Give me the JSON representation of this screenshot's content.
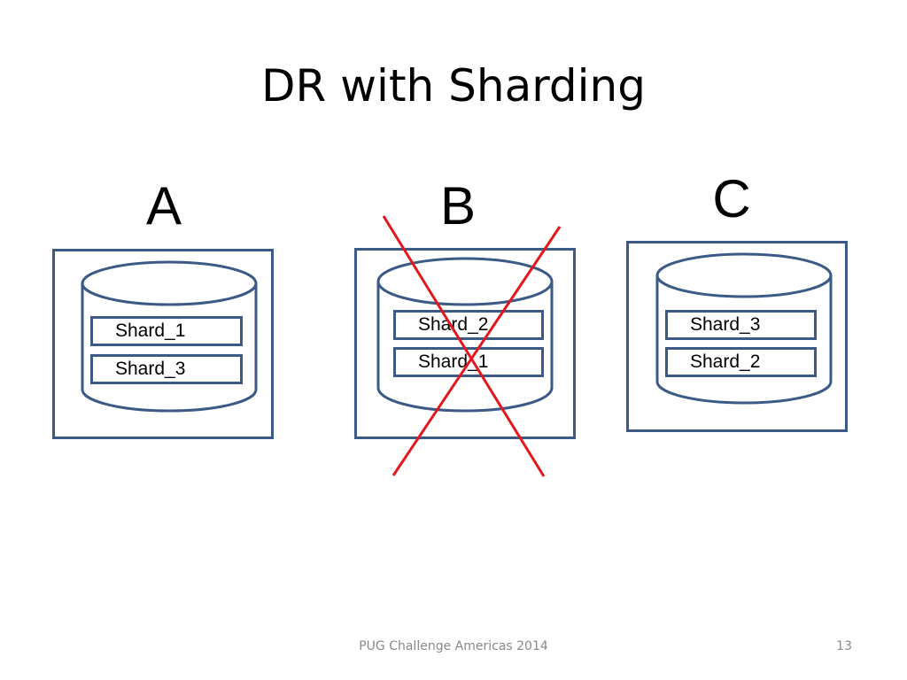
{
  "title": "DR with Sharding",
  "nodes": [
    {
      "label": "A",
      "failed": false,
      "shards": [
        "Shard_1",
        "Shard_3"
      ]
    },
    {
      "label": "B",
      "failed": true,
      "shards": [
        "Shard_2",
        "Shard_1"
      ]
    },
    {
      "label": "C",
      "failed": false,
      "shards": [
        "Shard_3",
        "Shard_2"
      ]
    }
  ],
  "colors": {
    "outline": "#3b5a86",
    "cross": "#e5171c",
    "footer": "#898989"
  },
  "footer": {
    "text": "PUG Challenge Americas 2014",
    "page_number": "13"
  }
}
